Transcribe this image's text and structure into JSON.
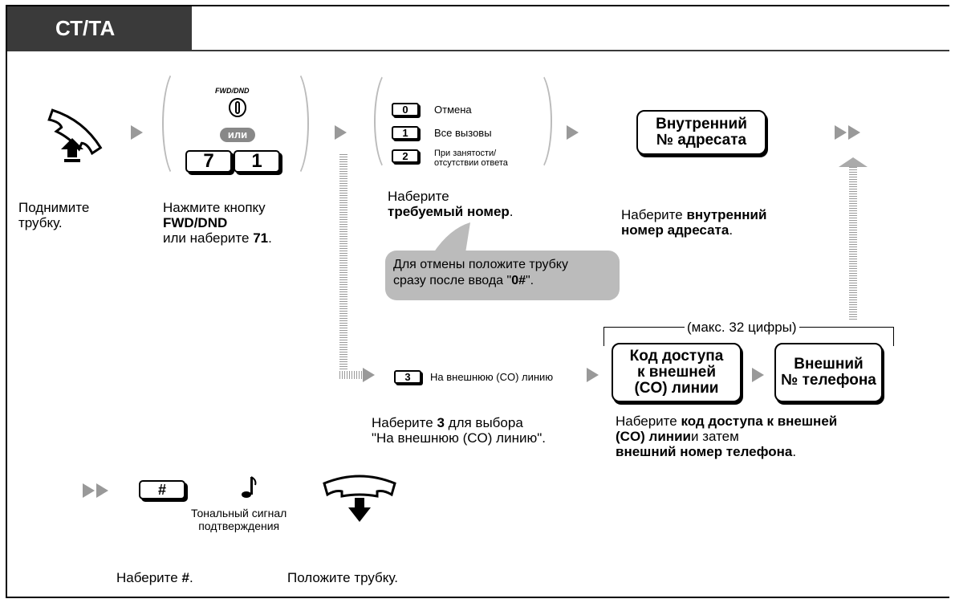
{
  "header": {
    "title": "СТ/ТА"
  },
  "step_lift": {
    "line1": "Поднимите",
    "line2": "трубку."
  },
  "step_fwd": {
    "button_label": "FWD/DND",
    "or_label": "или",
    "key1": "7",
    "key2": "1",
    "line1": "Нажмите кнопку",
    "line2_bold": "FWD/DND",
    "line3_pre": "или наберите ",
    "line3_bold": "71",
    "line3_post": "."
  },
  "step_select": {
    "options": [
      {
        "key": "0",
        "label": "Отмена"
      },
      {
        "key": "1",
        "label": "Все вызовы"
      },
      {
        "key": "2",
        "label": "При занятости/",
        "label2": "отсутствии ответа"
      }
    ],
    "line1": "Наберите",
    "line2_bold": "требуемый номер",
    "line2_post": ".",
    "note_line1": "Для отмены положите трубку",
    "note_line2_pre": "сразу после ввода \"",
    "note_line2_bold": "0#",
    "note_line2_post": "\"."
  },
  "step_ext": {
    "box_line1": "Внутренний",
    "box_line2": "№ адресата",
    "text_pre": "Наберите ",
    "text_bold1": "внутренний",
    "text_bold2": "номер адресата",
    "text_post": "."
  },
  "step_co": {
    "key": "3",
    "label": "На внешнюю (CO) линию",
    "line1_pre": "Наберите ",
    "line1_bold": "3",
    "line1_post": " для выбора",
    "line2": "\"На внешнюю (CO) линию\"."
  },
  "step_outside": {
    "max_label": "(макс. 32 цифры)",
    "box1_line1": "Код доступа",
    "box1_line2": "к внешней",
    "box1_line3": "(CO) линии",
    "box2_line1": "Внешний",
    "box2_line2": "№ телефона",
    "line1_pre": "Наберите ",
    "line1_bold": "код доступа к внешней",
    "line2_bold": "(CO) линии",
    "line2_post": "и затем",
    "line3_bold": "внешний номер телефона",
    "line3_post": "."
  },
  "step_end": {
    "hash_key": "#",
    "tone_line1": "Тональный сигнал",
    "tone_line2": "подтверждения",
    "dial_pre": "Наберите ",
    "dial_bold": "#",
    "dial_post": ".",
    "hangup": "Положите трубку."
  }
}
